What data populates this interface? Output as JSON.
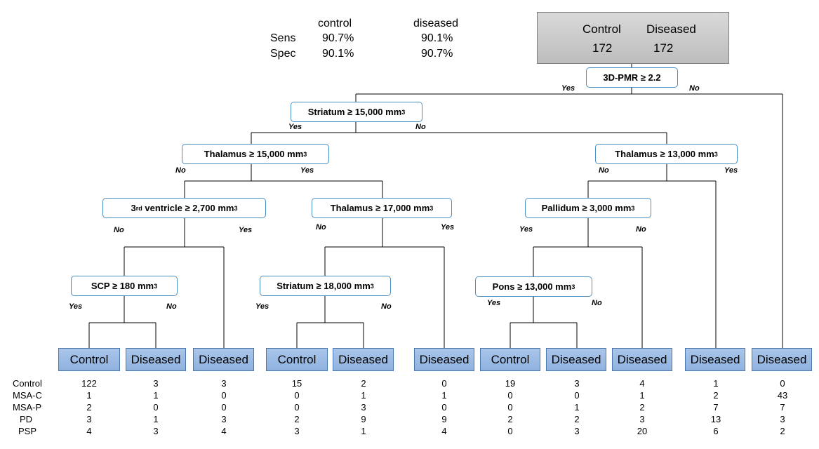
{
  "stats": {
    "col_control": "control",
    "col_diseased": "diseased",
    "sens_label": "Sens",
    "spec_label": "Spec",
    "sens_control": "90.7%",
    "sens_diseased": "90.1%",
    "spec_control": "90.1%",
    "spec_diseased": "90.7%"
  },
  "root": {
    "control_label": "Control",
    "diseased_label": "Diseased",
    "control_n": "172",
    "diseased_n": "172"
  },
  "nodes": {
    "pmr": {
      "text": "3D-PMR ≥ 2.2",
      "sup": ""
    },
    "striatum15": {
      "text": "Striatum ≥ 15,000 mm",
      "sup": "3"
    },
    "thal15": {
      "text": "Thalamus ≥ 15,000 mm",
      "sup": "3"
    },
    "thal13": {
      "text": "Thalamus ≥ 13,000 mm",
      "sup": "3"
    },
    "vent": {
      "pre": "3",
      "pre_sup": "rd",
      "text": " ventricle ≥ 2,700 mm",
      "sup": "3"
    },
    "thal17": {
      "text": "Thalamus ≥ 17,000 mm",
      "sup": "3"
    },
    "pall": {
      "text": "Pallidum ≥ 3,000 mm",
      "sup": "3"
    },
    "scp": {
      "text": "SCP ≥ 180 mm",
      "sup": "3"
    },
    "str18": {
      "text": "Striatum ≥ 18,000 mm",
      "sup": "3"
    },
    "pons": {
      "text": "Pons ≥ 13,000 mm",
      "sup": "3"
    }
  },
  "yes": "Yes",
  "no": "No",
  "leaves": [
    "Control",
    "Diseased",
    "Diseased",
    "Control",
    "Diseased",
    "Diseased",
    "Control",
    "Diseased",
    "Diseased",
    "Diseased",
    "Diseased"
  ],
  "table": {
    "row_labels": [
      "Control",
      "MSA-C",
      "MSA-P",
      "PD",
      "PSP"
    ],
    "rows": [
      [
        "122",
        "3",
        "3",
        "15",
        "2",
        "0",
        "19",
        "3",
        "4",
        "1",
        "0"
      ],
      [
        "1",
        "1",
        "0",
        "0",
        "1",
        "1",
        "0",
        "0",
        "1",
        "2",
        "43"
      ],
      [
        "2",
        "0",
        "0",
        "0",
        "3",
        "0",
        "0",
        "1",
        "2",
        "7",
        "7"
      ],
      [
        "3",
        "1",
        "3",
        "2",
        "9",
        "9",
        "2",
        "2",
        "3",
        "13",
        "3"
      ],
      [
        "4",
        "3",
        "4",
        "3",
        "1",
        "4",
        "0",
        "3",
        "20",
        "6",
        "2"
      ]
    ]
  }
}
